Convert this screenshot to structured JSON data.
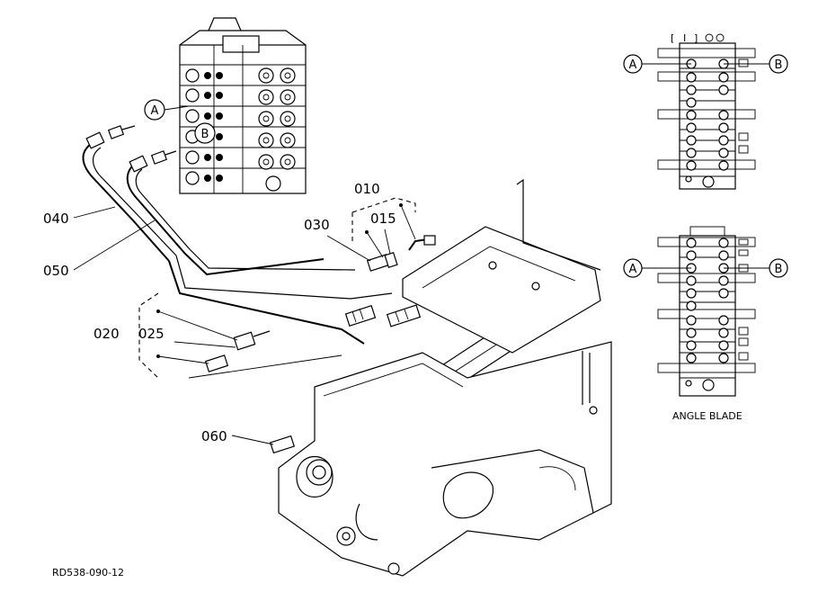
{
  "parts": {
    "p010": "010",
    "p015": "015",
    "p020": "020",
    "p025": "025",
    "p030": "030",
    "p040": "040",
    "p050": "050",
    "p060": "060"
  },
  "markers": {
    "a": "A",
    "b": "B"
  },
  "caption": "ANGLE BLADE",
  "drawing_code": "RD538-090-12"
}
